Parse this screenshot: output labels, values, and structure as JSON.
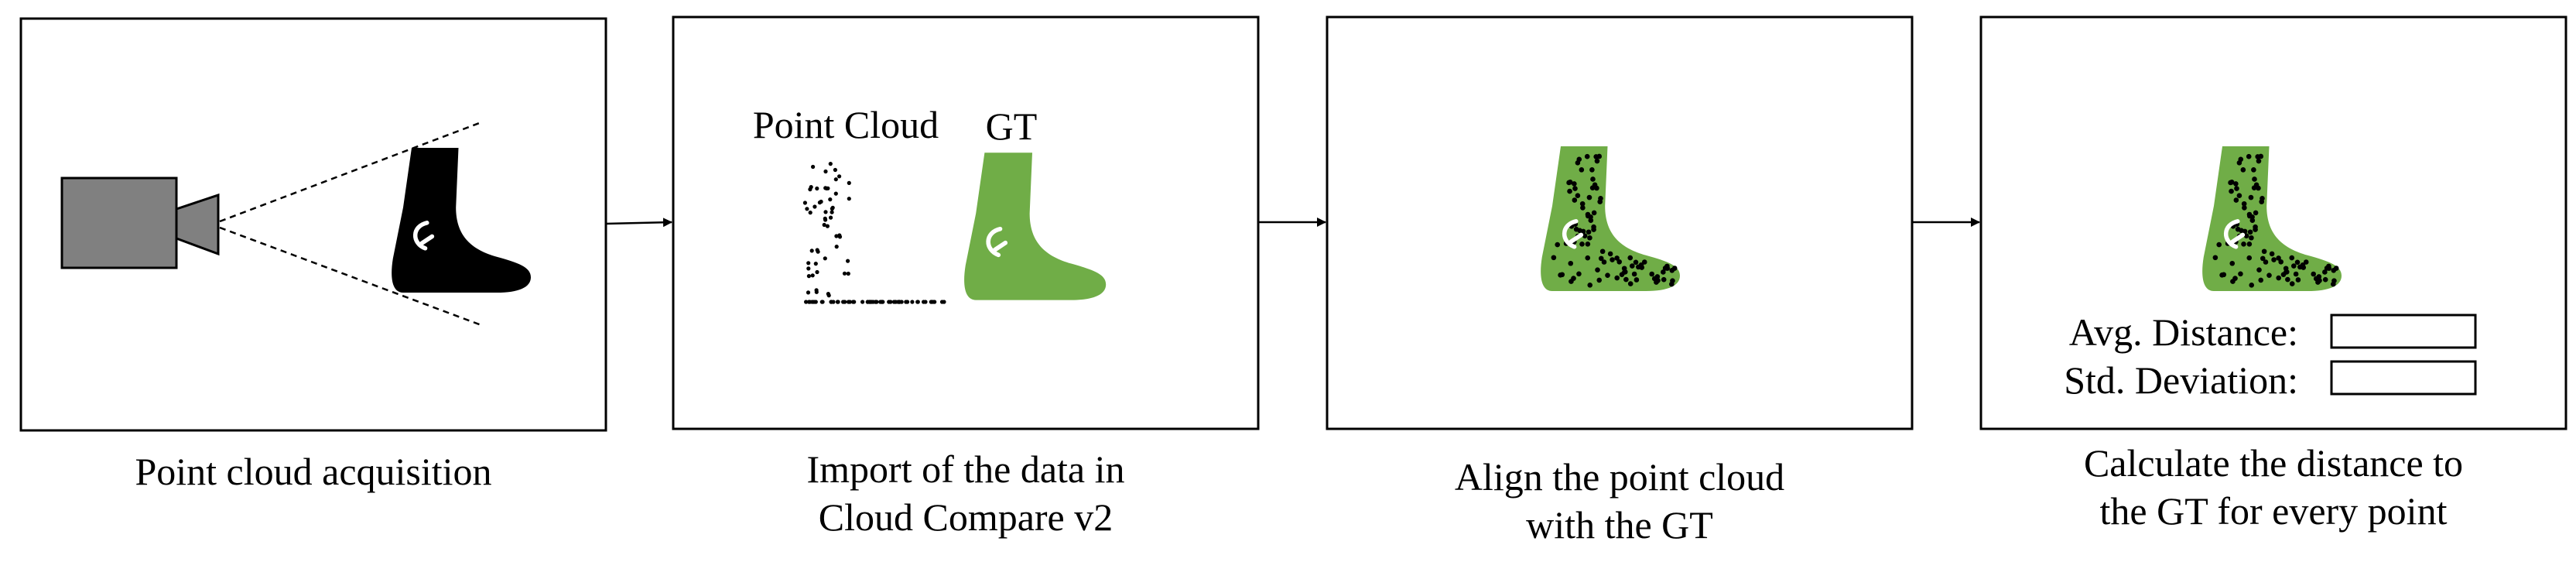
{
  "colors": {
    "foot_green": "#70AD47",
    "camera_gray": "#808080",
    "outline": "#000000"
  },
  "steps": [
    {
      "caption": "Point cloud acquisition",
      "icons": [
        "camera-icon",
        "foot-icon"
      ]
    },
    {
      "caption": "Import of the data in\nCloud Compare v2",
      "label_point_cloud": "Point Cloud",
      "label_gt": "GT",
      "icons": [
        "point-cloud-icon",
        "ground-truth-foot-icon"
      ]
    },
    {
      "caption": "Align the point cloud\nwith the GT",
      "icons": [
        "aligned-foot-icon"
      ]
    },
    {
      "caption": "Calculate the distance to\nthe GT for every point",
      "label_avg": "Avg. Distance:",
      "label_std": "Std. Deviation:",
      "icons": [
        "aligned-foot-icon"
      ]
    }
  ]
}
